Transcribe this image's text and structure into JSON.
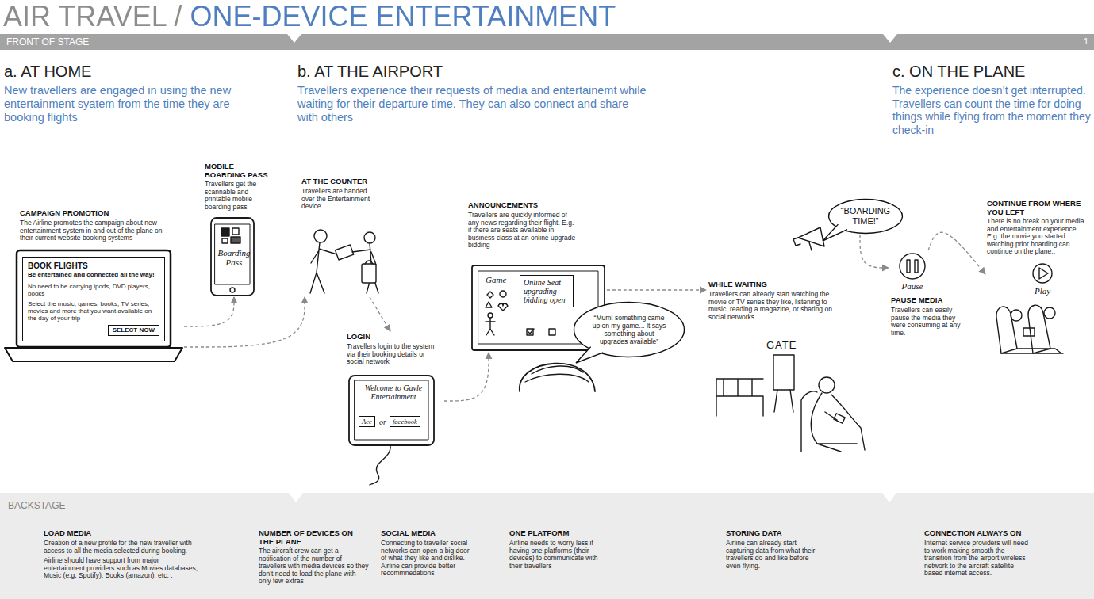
{
  "diagram": {
    "title": "AIR TRAVEL / ONE-DEVICE ENTERTAINMENT",
    "nodes": [
      {
        "text": [
          "FRONT OF STAGE"
        ]
      },
      {
        "text": [
          "CAMPAIGN PROMOTION",
          "The Airline promotes the campaign about new entertainment system in and out of the plane on their current website booking systems"
        ]
      },
      {
        "text": [
          "BOOK FLIGHTS",
          "Be entertained and connected all the way!",
          "No need to be carrying ipods, DVD players, books",
          "Select the music, games, books, TV series, movies and more that you want available on the day of your trip"
        ],
        "in": 1
      },
      {
        "text": [
          "SELECT NOW"
        ],
        "in": 2
      },
      {
        "text": [
          "MOBILE BOARDING PASS",
          "Travellers get the scannable and printable mobile boarding pass",
          "Boarding Pass"
        ]
      },
      {
        "text": [
          "AT THE COUNTER",
          "Travellers are handed over the Entertainment device"
        ]
      },
      {
        "text": [
          "LOGIN",
          "Travellers login to the system via their booking details or social network",
          "Welcome to Gavle Entertainment",
          "or"
        ]
      },
      {
        "text": [
          "Acc"
        ],
        "in": 6
      },
      {
        "text": [
          "facebook"
        ],
        "in": 6
      },
      {
        "text": [
          "ANNOUNCEMENTS",
          "Travellers are quickly informed of any news regarding their flight. E.g. if there are seats available in business class at an online upgrade bidding",
          "Game"
        ]
      },
      {
        "text": [
          "Online Seat upgrading bidding open"
        ],
        "in": 9
      },
      {
        "text": [
          "“Mum! something came up on my game... It says something about upgrades available”"
        ]
      },
      {
        "text": [
          "WHILE WAITING",
          "Travellers can already start watching the movie or TV series they like, listening to music, reading a magazine, or sharing on social networks"
        ]
      },
      {
        "text": [
          "“BOARDING TIME!”"
        ]
      },
      {
        "text": [
          "Pause",
          "PAUSE MEDIA",
          "Travellers can easily pause the media they were consuming at any time."
        ]
      },
      {
        "text": [
          "CONTINUE FROM WHERE YOU LEFT",
          "There is no break on your media and entertainment experience. E.g. the movie you started watching prior boarding can continue on the plane..",
          "Play"
        ]
      },
      {
        "text": [
          "BACKSTAGE",
          "LOAD MEDIA",
          "Creation of a new profile for the new traveller with access to all the media selected during booking.",
          "Airline should have support from major entertainment providers such as Movies databases, Music (e.g. Spotify), Books (amazon), etc. :",
          "NUMBER OF DEVICES ON THE PLANE",
          "The aircraft crew can get a notification of the number of travellers with media devices so they don’t need to load the plane with only few extras",
          "SOCIAL MEDIA",
          "Connecting to traveller social networks can open a big door of what they like and dislike. Airline can provide better recommnedations",
          "ONE PLATFORM",
          "Airline needs to worry less if having one platforms (their devices) to communicate with their travellers",
          "STORING DATA",
          "Airline can already start capturing data from what their travellers do and like before even flying.",
          "CONNECTION ALWAYS ON",
          "Internet service providers will need to work making smooth the transition from the airport wireless network to the aircraft satellite based internet access."
        ]
      }
    ],
    "edges": [
      {
        "from": 1,
        "to": 4,
        "arrow": "to"
      },
      {
        "from": 1,
        "to": 5,
        "arrow": "to"
      },
      {
        "from": 5,
        "to": 6,
        "arrow": "to"
      },
      {
        "from": 6,
        "to": 9,
        "arrow": "to"
      },
      {
        "from": 9,
        "to": 12,
        "arrow": "to"
      },
      {
        "from": 13,
        "to": 14,
        "arrow": "to"
      },
      {
        "from": 14,
        "to": 15,
        "arrow": "to"
      }
    ],
    "labels": [
      "1",
      "a. AT HOME",
      "New travellers are engaged in using the new entertainment syatem from the time they are booking flights",
      "b. AT THE AIRPORT",
      "Travellers experience their requests of media and entertainemt while waiting for their departure time. They can also connect and share with others",
      "c. ON THE PLANE",
      "The experience doesn’t get interrupted. Travellers can count the time for doing things while flying from the moment they check-in",
      "GATE"
    ]
  }
}
